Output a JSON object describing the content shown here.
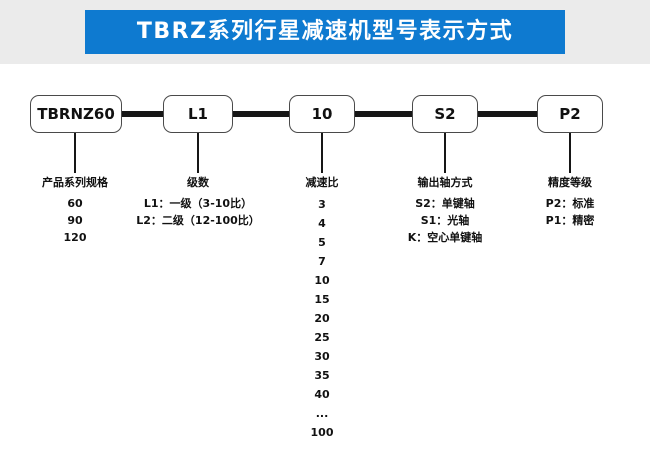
{
  "banner": {
    "title": "TBRZ系列行星减速机型号表示方式"
  },
  "colors": {
    "banner_bg": "#0e7ad0",
    "banner_fg": "#ffffff",
    "line": "#161616"
  },
  "segments": [
    {
      "code": "TBRNZ60",
      "label": "产品系列规格",
      "items": [
        "60",
        "90",
        "120"
      ]
    },
    {
      "code": "L1",
      "label": "级数",
      "items": [
        "L1：一级（3-10比）",
        "L2：二级（12-100比）"
      ]
    },
    {
      "code": "10",
      "label": "减速比",
      "items": [
        "3",
        "4",
        "5",
        "7",
        "10",
        "15",
        "20",
        "25",
        "30",
        "35",
        "40",
        "...",
        "100"
      ]
    },
    {
      "code": "S2",
      "label": "输出轴方式",
      "items": [
        "S2：单键轴",
        "S1：光轴",
        "K：空心单键轴"
      ]
    },
    {
      "code": "P2",
      "label": "精度等级",
      "items": [
        "P2：标准",
        "P1：精密"
      ]
    }
  ]
}
